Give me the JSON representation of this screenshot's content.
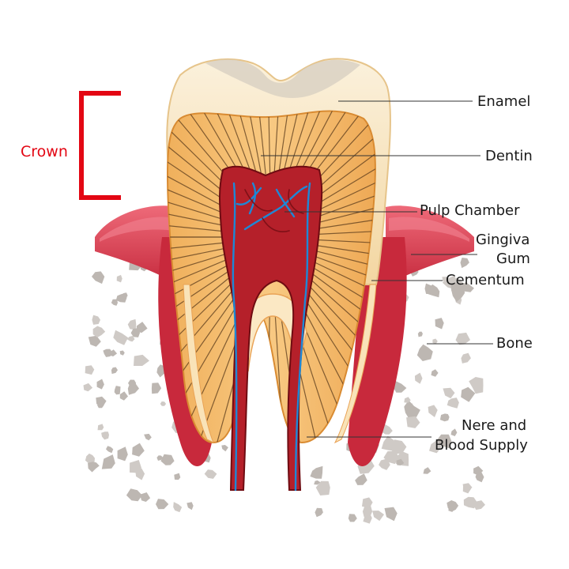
{
  "labels": {
    "crown": "Crown",
    "enamel": "Enamel",
    "dentin": "Dentin",
    "pulp_chamber": "Pulp Chamber",
    "gingiva": "Gingiva",
    "gum": "Gum",
    "cementum": "Cementum",
    "bone": "Bone",
    "nerve_line1": "Nere and",
    "nerve_line2": "Blood Supply"
  },
  "colors": {
    "bracket": "#e30613",
    "enamel": "#f6dfb3",
    "dentin": "#f3b868",
    "dentin_dark": "#e79c40",
    "pulp": "#c1272d",
    "pulp_dark": "#7f1015",
    "vessel": "#1e88d6",
    "gum": "#d93a4b",
    "gum_light": "#ef6f7d",
    "bone": "#cfcac6"
  }
}
